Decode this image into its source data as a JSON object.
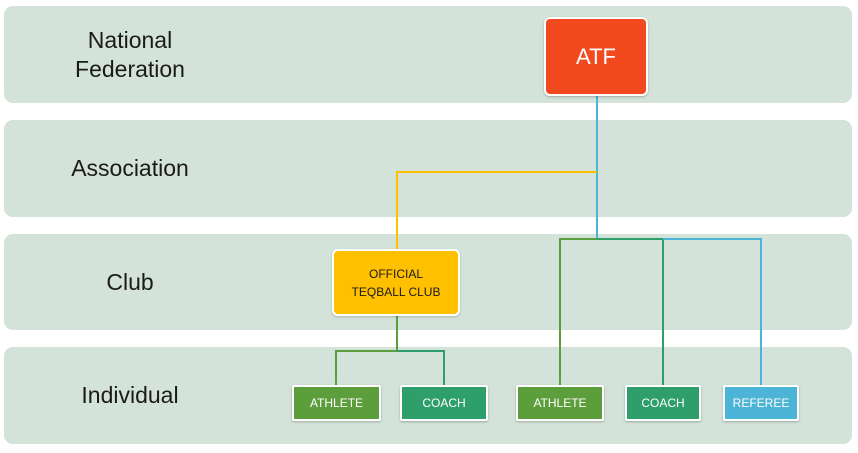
{
  "levels": [
    {
      "label_line1": "National",
      "label_line2": "Federation"
    },
    {
      "label": "Association"
    },
    {
      "label": "Club"
    },
    {
      "label": "Individual"
    }
  ],
  "nodes": {
    "atf": "ATF",
    "club_line1": "OFFICIAL",
    "club_line2": "TEQBALL CLUB",
    "club_athlete": "ATHLETE",
    "club_coach": "COACH",
    "direct_athlete": "ATHLETE",
    "direct_coach": "COACH",
    "direct_referee": "REFEREE"
  },
  "colors": {
    "band": "#d3e3d9",
    "atf": "#f24a1e",
    "club": "#ffc000",
    "athlete": "#5d9e3c",
    "coach": "#2e9e6b",
    "referee": "#4cb4d6"
  }
}
